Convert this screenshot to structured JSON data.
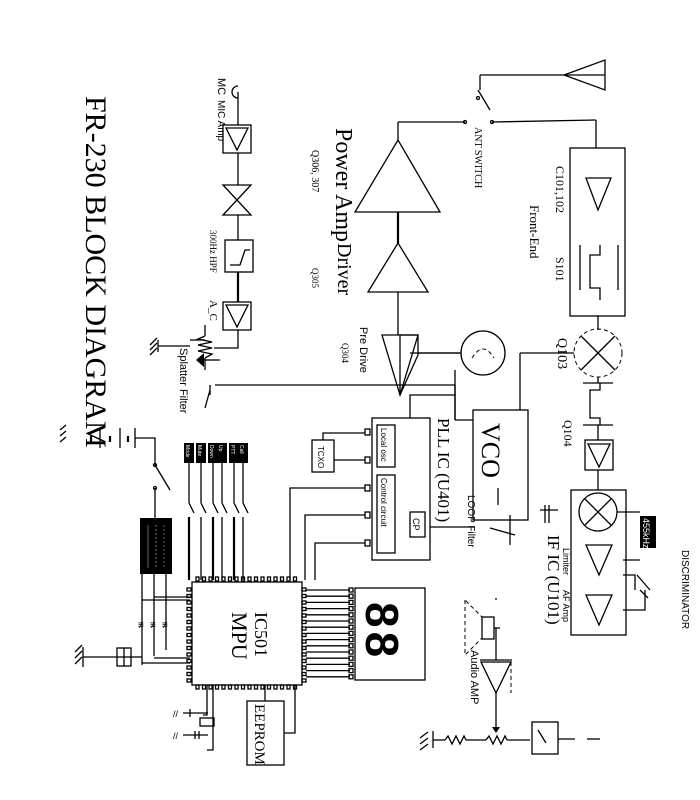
{
  "diagram": {
    "title": "FR-230 BLOCK DIAGRAM",
    "orientation": "rotated 90° clockwise",
    "blocks": {
      "antenna": {
        "label": ""
      },
      "ant_switch": {
        "label": "ANT SWITCH"
      },
      "front_end": {
        "label": "Front-End",
        "parts": "C101,102",
        "part2": "S101"
      },
      "mixer": {
        "label": "Q103"
      },
      "if_filter": {
        "label": ""
      },
      "if_amp": {
        "label": "Q104"
      },
      "if_ic": {
        "label": "IF IC (U101)",
        "limiter": "Limiter",
        "af_amp": "AF Amp",
        "crystal": "455kHz"
      },
      "discriminator": {
        "label": "DISCRIMINATOR"
      },
      "vco": {
        "label": "VCO"
      },
      "loop_filter": {
        "label": "LOOP Filter"
      },
      "pll_ic": {
        "label": "PLL IC (U401)",
        "local_osc": "Local osc",
        "control": "Control circuit",
        "cp": "CP"
      },
      "tcxo": {
        "label": "TCXO"
      },
      "power_amp": {
        "label": "Power Amp",
        "parts": "Q306, 307"
      },
      "driver": {
        "label": "Driver",
        "parts": "Q305"
      },
      "pre_drive": {
        "label": "Pre Drive",
        "parts": "Q304"
      },
      "mic": {
        "label": "MC"
      },
      "mic_amp": {
        "label": "MIC Amp"
      },
      "hpf": {
        "label": "300Hz HPF"
      },
      "alc": {
        "label": "A_C"
      },
      "splatter_filter": {
        "label": "Splatter Filter"
      },
      "mpu": {
        "label": "MPU",
        "parts": "IC501"
      },
      "eeprom": {
        "label": "EEPROM"
      },
      "display": {
        "value": "88"
      },
      "audio_amp": {
        "label": "Audio AMP"
      },
      "speaker": {
        "label": ""
      }
    },
    "keys": [
      "Mode",
      "Mute",
      "Down",
      "Up",
      "PTT",
      "Call"
    ]
  }
}
